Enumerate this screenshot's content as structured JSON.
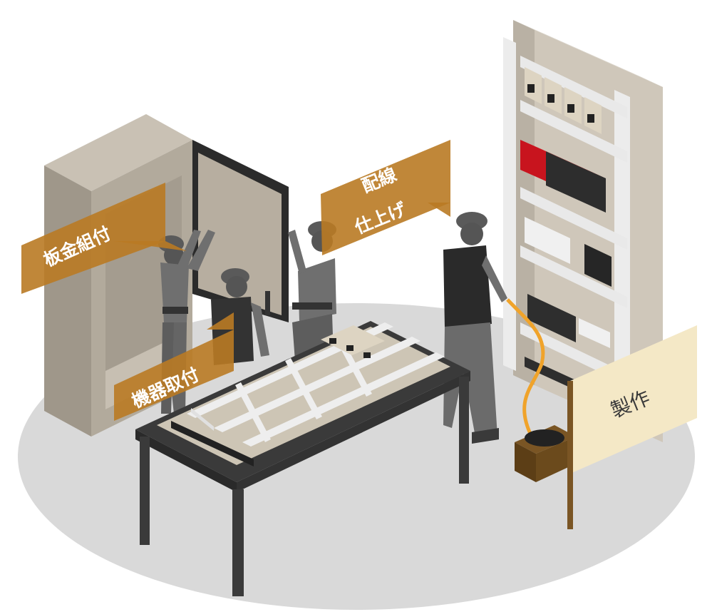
{
  "labels": {
    "sheet_metal_assembly": "板金組付",
    "equipment_install": "機器取付",
    "wiring_line1": "配線",
    "wiring_line2": "仕上げ",
    "manufacturing": "製作"
  },
  "colors": {
    "floor": "#d6d6d6",
    "tag_fill": "#b97a24",
    "sign_fill": "#f4e8c6",
    "sign_pole": "#7a5524",
    "worker_grey": "#6f6f6f",
    "worker_dark": "#333333",
    "cabinet": "#aea597",
    "rack_white": "#eeeeee",
    "plc_red": "#c8141e"
  }
}
